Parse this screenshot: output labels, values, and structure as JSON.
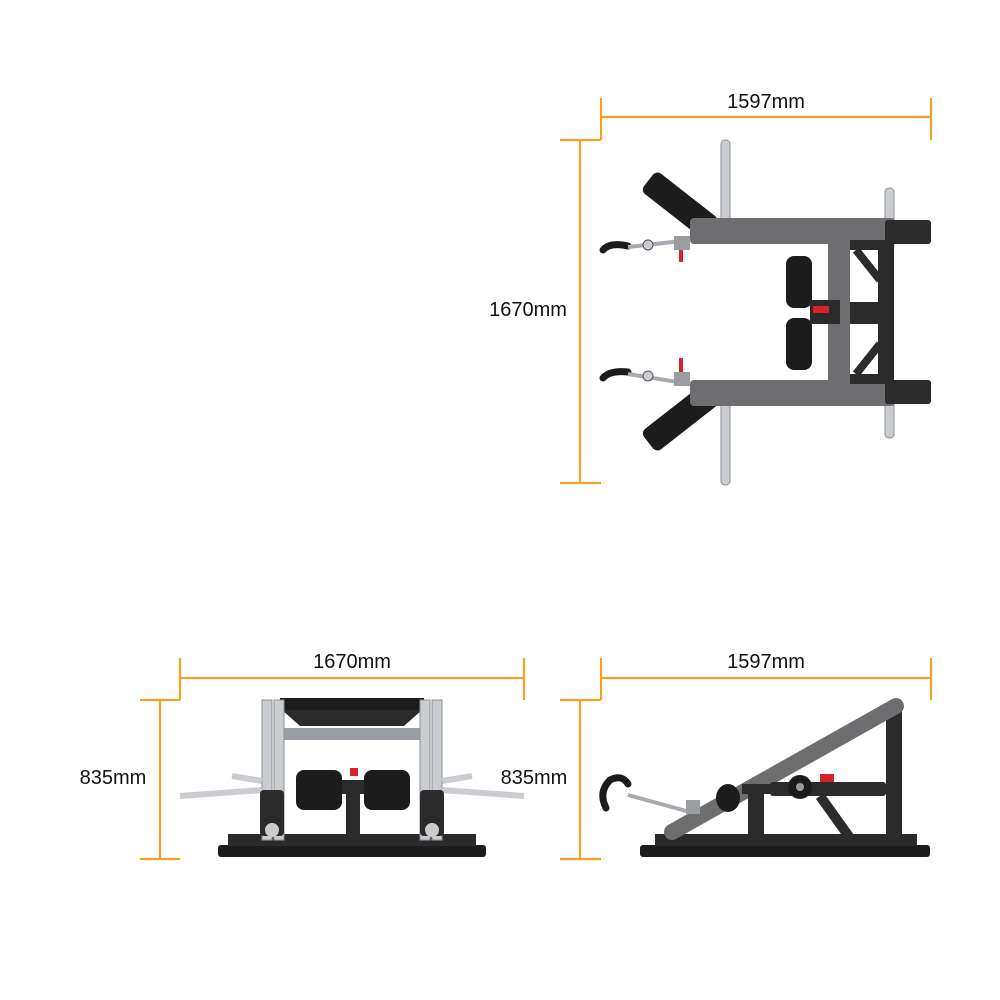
{
  "colors": {
    "dimension_line": "#F2A227",
    "frame_dark": "#2b2b2b",
    "frame_grey": "#6e6e70",
    "chrome": "#c9ccd0",
    "pad_black": "#1c1c1c",
    "accent_red": "#d8222a"
  },
  "views": {
    "top": {
      "width_label": "1597mm",
      "depth_label": "1670mm"
    },
    "front": {
      "width_label": "1670mm",
      "height_label": "835mm"
    },
    "side": {
      "width_label": "1597mm",
      "height_label": "835mm"
    }
  }
}
